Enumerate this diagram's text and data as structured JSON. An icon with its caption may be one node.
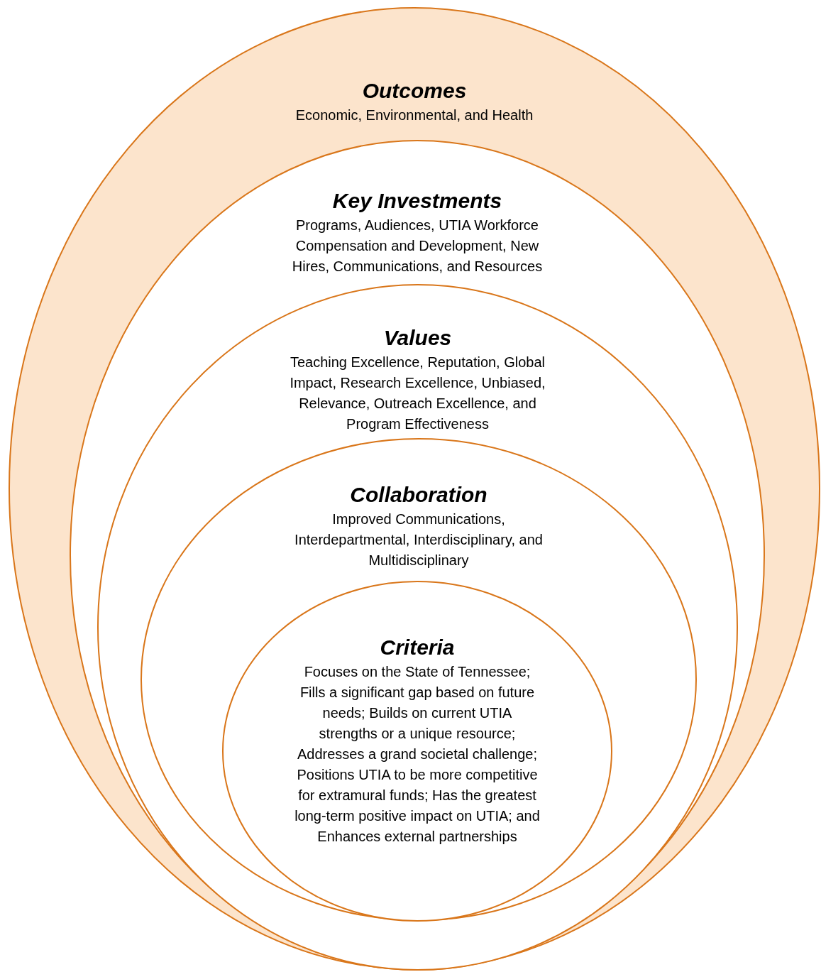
{
  "diagram": {
    "nodes": [
      {
        "text": [
          "Outcomes",
          "Economic, Environmental, and Health"
        ]
      },
      {
        "text": [
          "Key Investments",
          "Programs, Audiences, UTIA Workforce Compensation and Development, New Hires, Communications, and Resources"
        ],
        "in": 0
      },
      {
        "text": [
          "Values",
          "Teaching Excellence, Reputation, Global Impact, Research Excellence, Unbiased, Relevance, Outreach Excellence, and Program Effectiveness"
        ],
        "in": 1
      },
      {
        "text": [
          "Collaboration",
          "Improved Communications, Interdepartmental, Interdisciplinary, and Multidisciplinary"
        ],
        "in": 2
      },
      {
        "text": [
          "Criteria",
          "Focuses on the State of Tennessee; Fills a significant gap based on future needs; Builds on current UTIA strengths or a unique resource; Addresses a grand societal challenge; Positions UTIA to be more competitive for extramural funds; Has the greatest long-term positive impact on UTIA; and Enhances external partnerships"
        ],
        "in": 3
      }
    ]
  }
}
